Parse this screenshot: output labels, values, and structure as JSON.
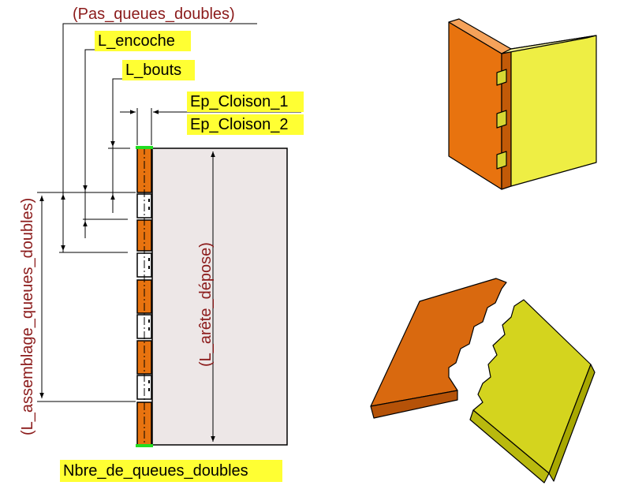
{
  "labels": {
    "pas_queues_doubles": "(Pas_queues_doubles)",
    "l_encoche": "L_encoche",
    "l_bouts": "L_bouts",
    "ep_cloison_1": "Ep_Cloison_1",
    "ep_cloison_2": "Ep_Cloison_2",
    "l_arete_depose": "(L_arête_dépose)",
    "l_assemblage_queues_doubles": "(L_assemblage_queues_doubles)",
    "nbre_de_queues_doubles": "Nbre_de_queues_doubles"
  },
  "colors": {
    "highlight": "#ffff33",
    "parameter_text": "#8b1a1a",
    "label_text": "#000000",
    "panel_orange": "#e8730f",
    "panel_yellow": "#eeee44",
    "panel_gray": "#ede7e7",
    "edge_green": "#22dd22"
  }
}
